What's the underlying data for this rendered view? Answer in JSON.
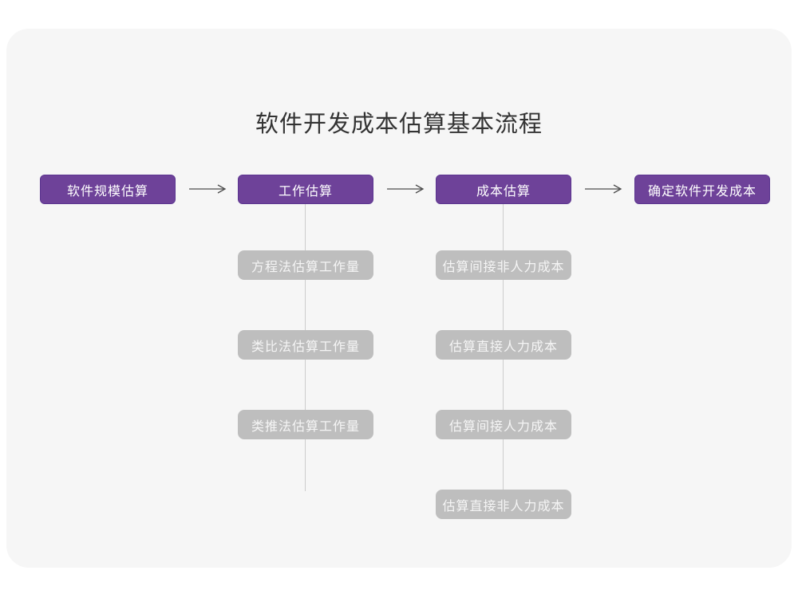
{
  "title": "软件开发成本估算基本流程",
  "colors": {
    "page_background": "#ffffff",
    "panel_background": "#f6f6f6",
    "accent_purple": "#6e4299",
    "accent_purple_border": "#5c3590",
    "gray_node": "#bebebe",
    "node_text": "#ffffff",
    "connector_line": "#cccccc",
    "arrow": "#4d4d4d",
    "title_text": "#333333"
  },
  "main_flow": [
    {
      "label": "软件规模估算"
    },
    {
      "label": "工作估算"
    },
    {
      "label": "成本估算"
    },
    {
      "label": "确定软件开发成本"
    }
  ],
  "arrows": [
    {
      "name": "arrow-1",
      "from": "软件规模估算",
      "to": "工作估算"
    },
    {
      "name": "arrow-2",
      "from": "工作估算",
      "to": "成本估算"
    },
    {
      "name": "arrow-3",
      "from": "成本估算",
      "to": "确定软件开发成本"
    }
  ],
  "sub_flows": [
    {
      "parent": "工作估算",
      "steps": [
        {
          "label": "方程法估算工作量"
        },
        {
          "label": "类比法估算工作量"
        },
        {
          "label": "类推法估算工作量"
        }
      ]
    },
    {
      "parent": "成本估算",
      "steps": [
        {
          "label": "估算间接非人力成本"
        },
        {
          "label": "估算直接人力成本"
        },
        {
          "label": "估算间接人力成本"
        },
        {
          "label": "估算直接非人力成本"
        }
      ]
    }
  ]
}
